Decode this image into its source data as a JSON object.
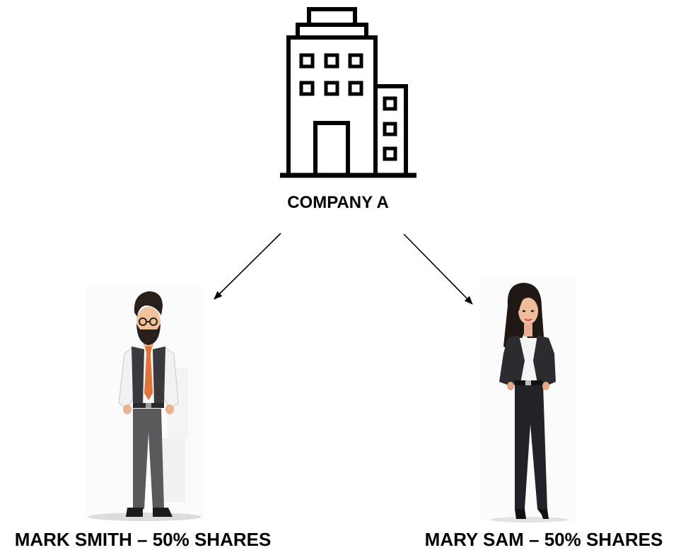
{
  "company": {
    "label": "COMPANY A",
    "icon": "building-icon"
  },
  "owners": [
    {
      "label": "MARK SMITH – 50% SHARES",
      "icon": "businessman-figure"
    },
    {
      "label": "MARY SAM – 50% SHARES",
      "icon": "businesswoman-figure"
    }
  ],
  "colors": {
    "background": "#ffffff",
    "ink": "#000000",
    "tie": "#e0743c",
    "suit_dark": "#2b2b30",
    "trousers_grey": "#5a5a5c"
  }
}
